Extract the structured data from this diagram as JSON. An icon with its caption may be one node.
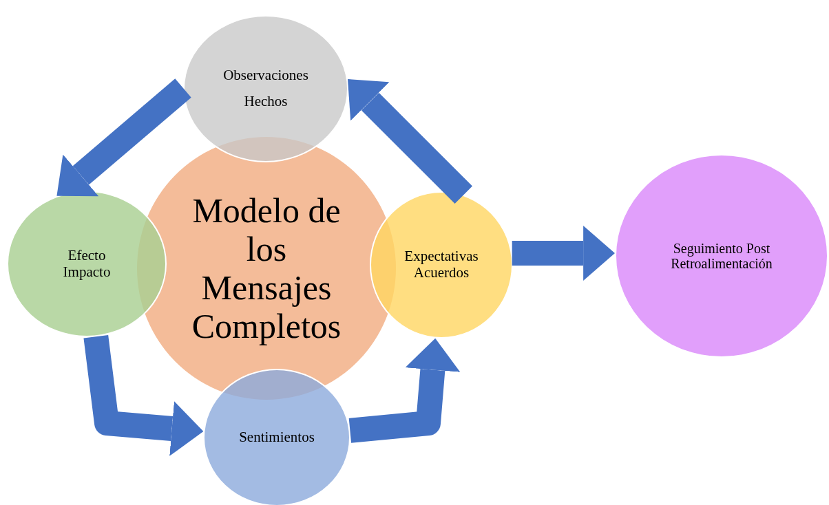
{
  "diagram": {
    "nodes": [
      {
        "text": [
          "Modelo de los Mensajes Completos"
        ]
      },
      {
        "text": [
          "Observaciones",
          "Hechos"
        ]
      },
      {
        "text": [
          "Efecto Impacto"
        ]
      },
      {
        "text": [
          "Expectativas Acuerdos"
        ]
      },
      {
        "text": [
          "Sentimientos"
        ]
      },
      {
        "text": [
          "Seguimiento Post Retroalimentación"
        ]
      }
    ],
    "edges": [
      {
        "from": 1,
        "to": 2,
        "arrow": "to"
      },
      {
        "from": 2,
        "to": 4,
        "arrow": "to"
      },
      {
        "from": 4,
        "to": 3,
        "arrow": "to"
      },
      {
        "from": 3,
        "to": 1,
        "arrow": "to"
      },
      {
        "from": 3,
        "to": 5,
        "arrow": "to"
      }
    ]
  }
}
